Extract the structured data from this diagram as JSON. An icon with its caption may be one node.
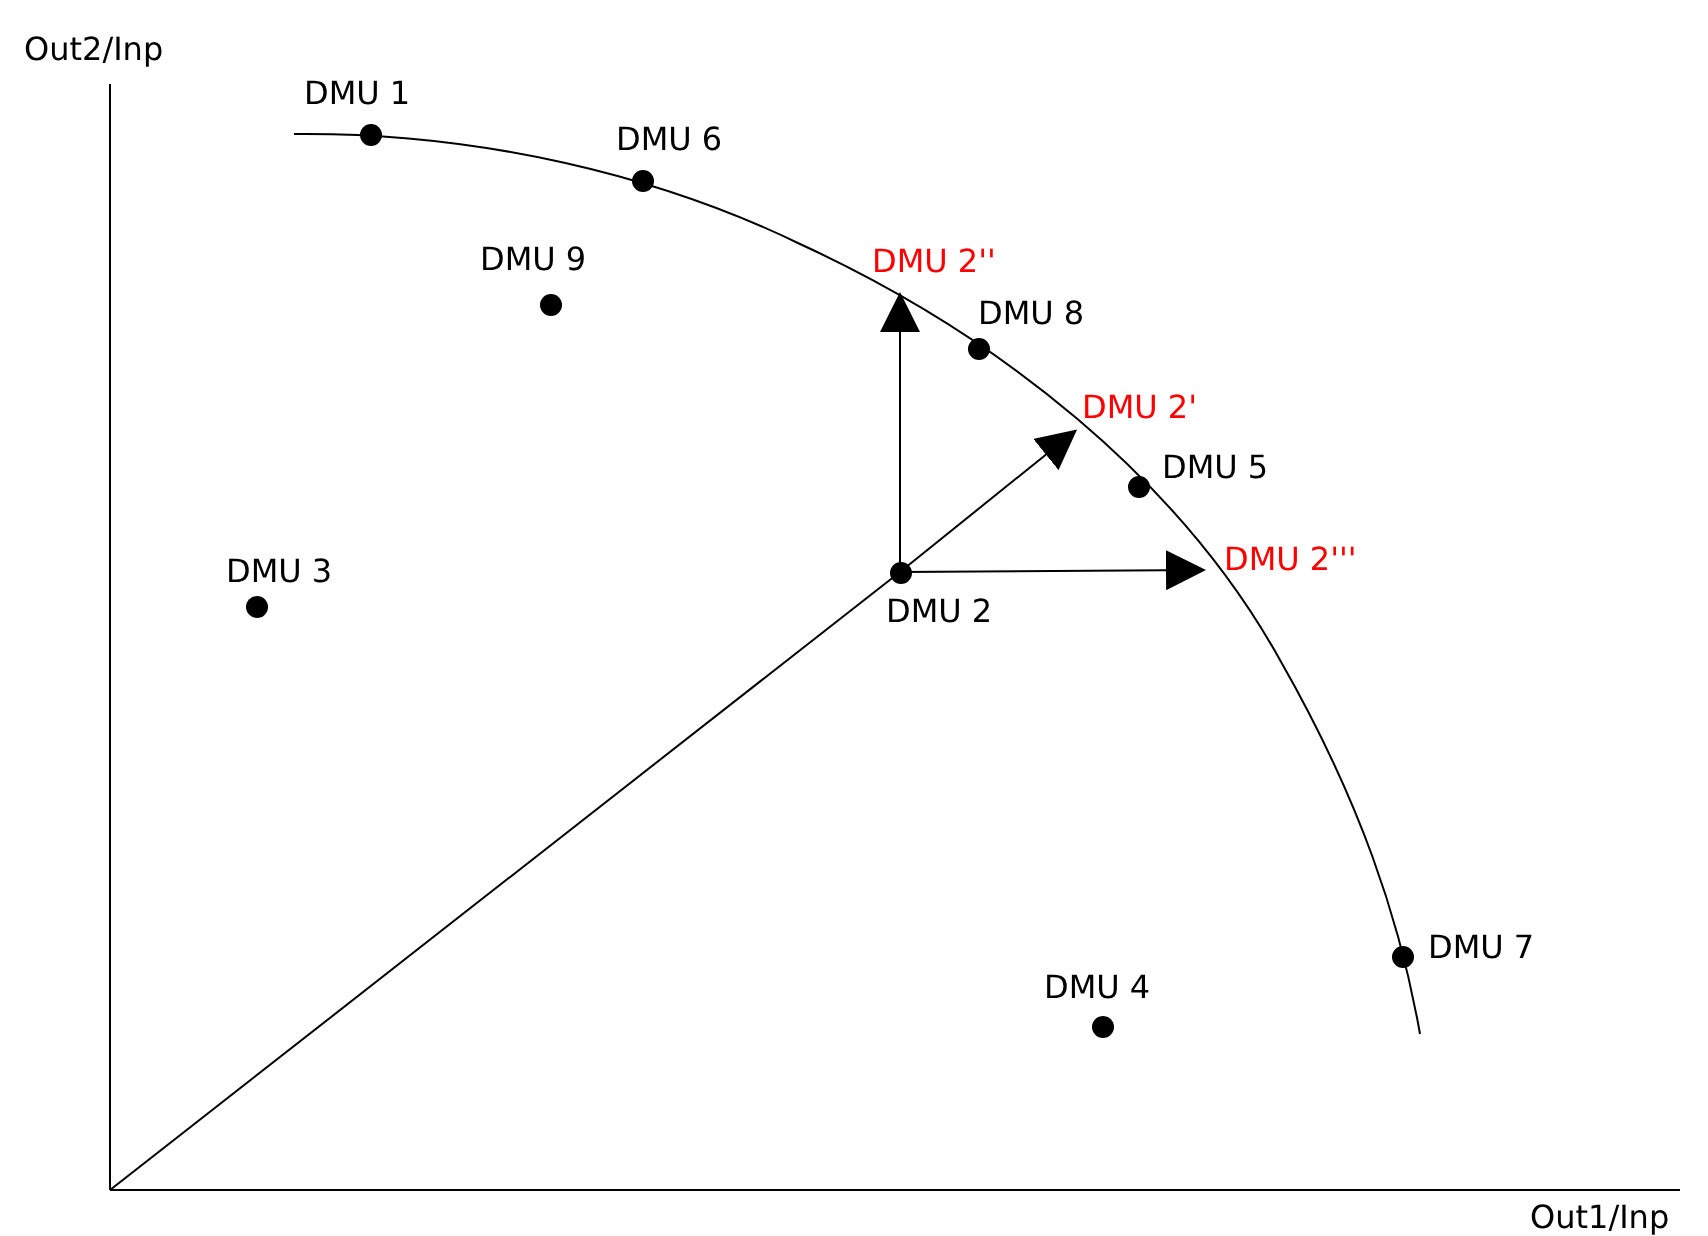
{
  "diagram": {
    "nodes": [
      {
        "text": [
          "DMU 1"
        ]
      },
      {
        "text": [
          "DMU 6"
        ]
      },
      {
        "text": [
          "DMU 2''"
        ]
      },
      {
        "text": [
          "DMU 9"
        ]
      },
      {
        "text": [
          "DMU 8"
        ]
      },
      {
        "text": [
          "DMU 2'"
        ]
      },
      {
        "text": [
          "DMU 5"
        ]
      },
      {
        "text": [
          "DMU 3"
        ]
      },
      {
        "text": [
          "DMU 2'''"
        ]
      },
      {
        "text": [
          "DMU 2"
        ]
      },
      {
        "text": [
          "DMU 7"
        ]
      },
      {
        "text": [
          "DMU 4"
        ]
      }
    ],
    "edges": [
      {
        "from": null,
        "to": 9,
        "arrow": "none"
      },
      {
        "from": 9,
        "to": 2,
        "arrow": "to"
      },
      {
        "from": 9,
        "to": 5,
        "arrow": "to"
      },
      {
        "from": 9,
        "to": 8,
        "arrow": "to"
      }
    ],
    "labels": [
      "Out2/Inp",
      "Out1/Inp"
    ]
  }
}
